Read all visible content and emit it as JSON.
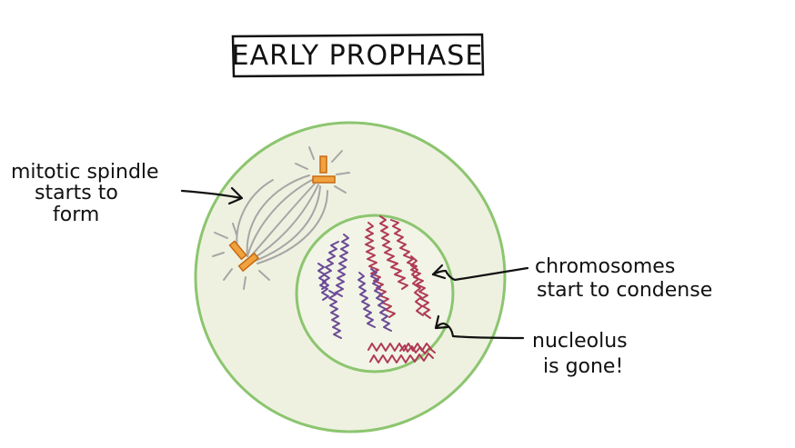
{
  "title": "EARLY PROPHASE",
  "labels": {
    "spindle": [
      "mitotic spindle",
      "starts to",
      "form"
    ],
    "chromosomes": [
      "chromosomes",
      "start to condense"
    ],
    "nucleolus": [
      "nucleolus",
      "is gone!"
    ]
  },
  "colors": {
    "cell_fill": "#eef1e0",
    "cell_outline": "#8cc56f",
    "nucleus_fill": "#f1f4e6",
    "spindle": "#a6a6a6",
    "centrosome_fill": "#f0a23e",
    "centrosome_outline": "#c76a12",
    "chromosome_red": "#b03a55",
    "chromosome_purple": "#6b4a96",
    "text": "#111111"
  }
}
